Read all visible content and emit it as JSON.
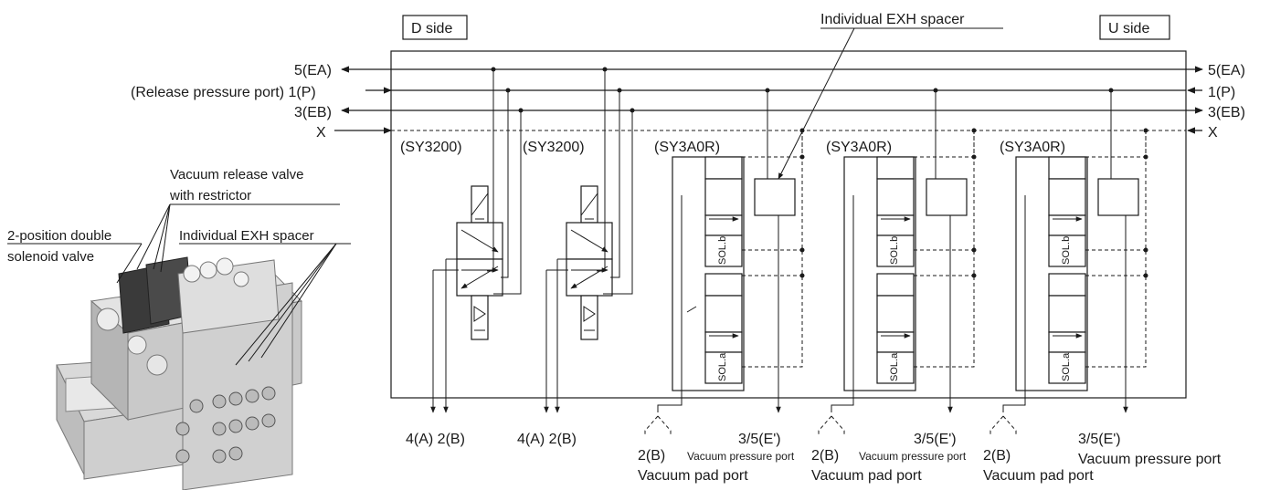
{
  "labels": {
    "d_side": "D side",
    "u_side": "U side",
    "individual_exh_spacer_top": "Individual EXH spacer",
    "port_5ea_left": "5(EA)",
    "port_1p_left": "(Release pressure port) 1(P)",
    "port_3eb_left": "3(EB)",
    "port_x_left": "X",
    "port_5ea_right": "5(EA)",
    "port_1p_right": "1(P)",
    "port_3eb_right": "3(EB)",
    "port_x_right": "X",
    "valve_1": "(SY3200)",
    "valve_2": "(SY3200)",
    "valve_3": "(SY3A0R)",
    "valve_4": "(SY3A0R)",
    "valve_5": "(SY3A0R)",
    "sol_b": "SOL.b",
    "sol_a": "SOL.a",
    "out_1": "4(A) 2(B)",
    "out_2": "4(A) 2(B)",
    "out_3_b": "2(B)",
    "out_3_pad": "Vacuum pad port",
    "out_3_e": "3/5(E')",
    "out_3_vp": "Vacuum pressure port",
    "out_4_b": "2(B)",
    "out_4_pad": "Vacuum pad port",
    "out_4_e": "3/5(E')",
    "out_4_vp": "Vacuum pressure port",
    "out_5_b": "2(B)",
    "out_5_pad": "Vacuum pad port",
    "out_5_e": "3/5(E')",
    "out_5_vp": "Vacuum pressure port",
    "photo_vacuum_release_1": "Vacuum release valve",
    "photo_vacuum_release_2": "with restrictor",
    "photo_2pos_1": "2-position double",
    "photo_2pos_2": "solenoid valve",
    "photo_exh_spacer": "Individual EXH spacer"
  }
}
